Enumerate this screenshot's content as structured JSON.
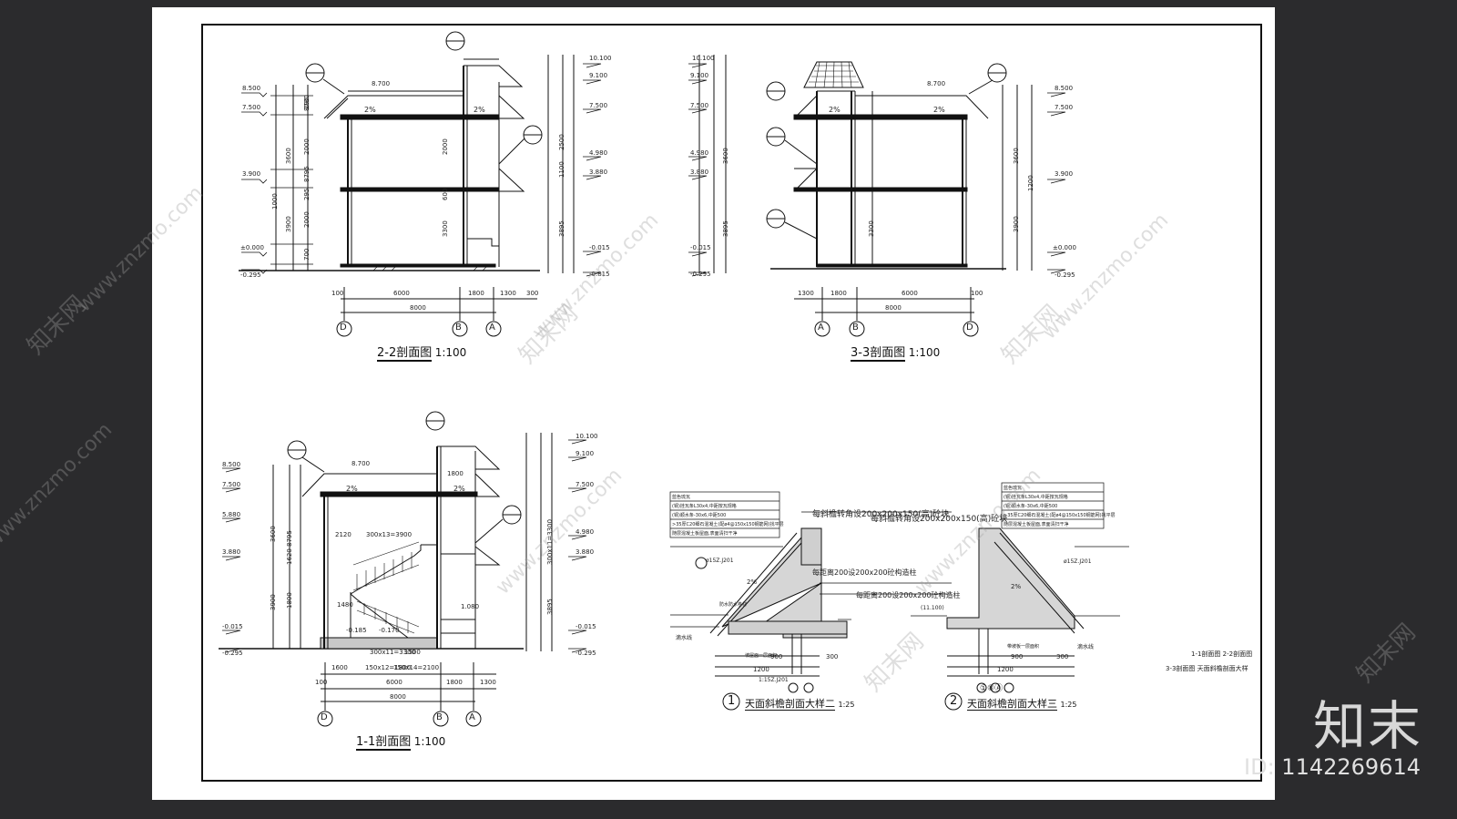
{
  "titles": {
    "s22": "2-2剖面图",
    "s22_scale": "1:100",
    "s33": "3-3剖面图",
    "s33_scale": "1:100",
    "s11": "1-1剖面图",
    "s11_scale": "1:100",
    "d1": "天面斜檐剖面大样二",
    "d1_num": "1",
    "d1_scale": "1:25",
    "d2": "天面斜檐剖面大样三",
    "d2_num": "2",
    "d2_scale": "1:25"
  },
  "sheet_note": [
    "1-1剖面图  2-2剖面图",
    "3-3剖面图        天面斜檐剖面大样"
  ],
  "watermark": "www.znzmo.com",
  "watermark_cn": "知末网",
  "brand": "知末",
  "image_id": "ID: 1142269614",
  "labels": {
    "elev": [
      "10.100",
      "9.100",
      "8.500",
      "7.500",
      "4.980",
      "3.880",
      "3.900",
      "±0.000",
      "-0.015",
      "-0.295",
      "-0.815",
      "8.700",
      "5.880",
      "1.080",
      "-0.185",
      "-0.170"
    ],
    "dims": [
      "8000",
      "6000",
      "1800",
      "1300",
      "100",
      "300",
      "3600",
      "3900",
      "2000",
      "1000",
      "900",
      "700",
      "200",
      "2500",
      "1100",
      "3895",
      "3300",
      "600",
      "280",
      "295",
      "8795",
      "8780",
      "1200",
      "1500",
      "2120",
      "1480",
      "1600",
      "300x11=3300",
      "300x13=3900",
      "150x12=1800",
      "150x14=2100",
      "1620",
      "1800"
    ],
    "axes_22": [
      "D",
      "B",
      "A"
    ],
    "axes_33": [
      "A",
      "B",
      "D"
    ],
    "axes_11": [
      "D",
      "B",
      "A"
    ],
    "details": [
      "每斜檐转角设200x200x150(高)砼块",
      "每距离200设200x200砼构造柱",
      "蓝色琉瓦",
      "(铜)挂瓦条L30x4,中距按瓦规格",
      "(铜)顺水条-30x6,中距500",
      ">35厚C20细石混凝土(配ø4@150x150钢筋网)找平层",
      "随层混凝土板屋面,表面清扫干净",
      "ø15Z.J201",
      "防水防水卷材",
      "滴水线",
      "坡屋面一层面积",
      "带坡板一层面积",
      "1:15Z.J201",
      "①⑧Ⓐ",
      "(11.100)",
      "1200",
      "900",
      "300",
      "100",
      "150",
      "200",
      "2%"
    ]
  },
  "colors": {
    "bg": "#2b2b2d",
    "paper": "#ffffff",
    "ink": "#111111",
    "watermark": "#a0a0a0"
  }
}
